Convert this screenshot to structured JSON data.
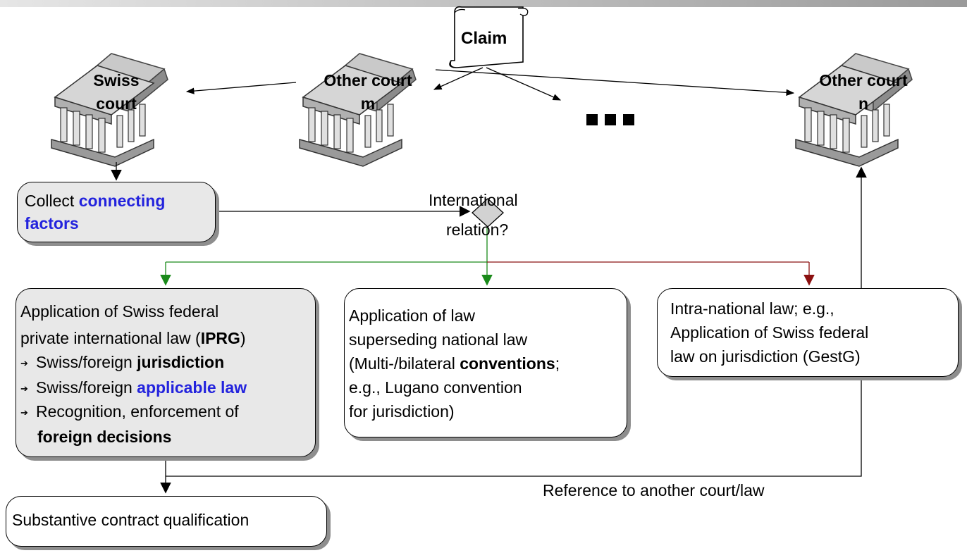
{
  "claim": "Claim",
  "courts": {
    "swiss": [
      "Swiss",
      "court"
    ],
    "m": [
      "Other court",
      "m"
    ],
    "n": [
      "Other court",
      "n"
    ],
    "icon": "courthouse-icon"
  },
  "collect": {
    "text": "Collect ",
    "highlight": [
      "connecting",
      "factors"
    ]
  },
  "decision": [
    "International",
    "relation?"
  ],
  "iprg": {
    "line1": "Application of Swiss federal",
    "line2_pre": "private international law (",
    "line2_bold": "IPRG",
    "line2_post": ")",
    "bullets": [
      {
        "pre": "Swiss/foreign ",
        "em": "jurisdiction",
        "style": "bold"
      },
      {
        "pre": "Swiss/foreign ",
        "em": "applicable law",
        "style": "blue"
      },
      {
        "pre": "Recognition, enforcement of",
        "em": "",
        "style": "bold"
      }
    ],
    "last_line": "foreign decisions"
  },
  "conventions": {
    "line1": "Application of law",
    "line2": "superseding national law",
    "line3_pre": "(Multi-/bilateral ",
    "line3_bold": "conventions",
    "line3_post": ";",
    "line4": "e.g., Lugano convention",
    "line5": "for jurisdiction)"
  },
  "intranational": {
    "line1": "Intra-national law; e.g.,",
    "line2": "Application of Swiss federal",
    "line3": "law on jurisdiction (GestG)"
  },
  "reference": "Reference to another court/law",
  "substantive": "Substantive contract qualification",
  "colors": {
    "blue": "#2323dd",
    "green": "#1a8a1a",
    "red": "#8b1010",
    "box_grey": "#e8e8e8"
  }
}
